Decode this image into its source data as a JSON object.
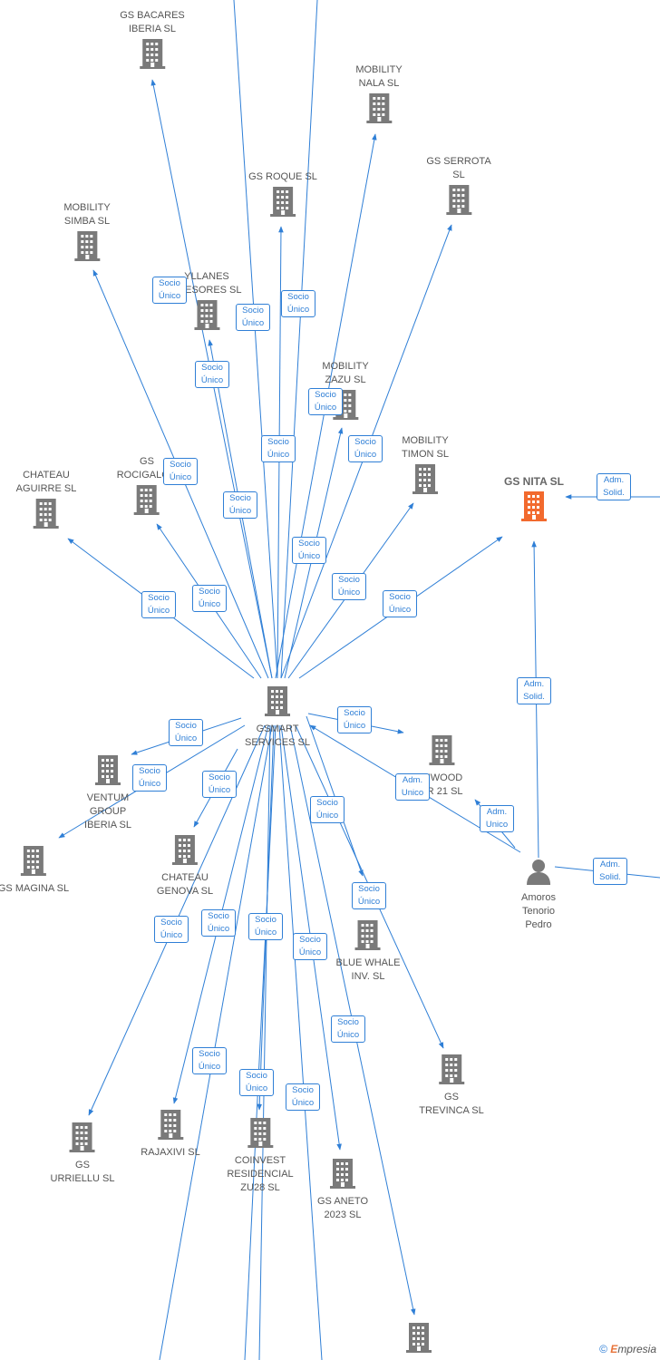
{
  "colors": {
    "edge": "#2f7fd6",
    "building": "#7a7a7a",
    "highlight": "#f26a2e",
    "person": "#7a7a7a"
  },
  "nodes": [
    {
      "id": "gs_bacares",
      "type": "company",
      "lines": [
        "GS BACARES",
        "IBERIA  SL"
      ]
    },
    {
      "id": "mobility_nala",
      "type": "company",
      "lines": [
        "MOBILITY",
        "NALA  SL"
      ]
    },
    {
      "id": "gs_roque",
      "type": "company",
      "lines": [
        "GS ROQUE  SL"
      ]
    },
    {
      "id": "gs_serrota",
      "type": "company",
      "lines": [
        "GS SERROTA",
        "SL"
      ]
    },
    {
      "id": "mobility_simba",
      "type": "company",
      "lines": [
        "MOBILITY",
        "SIMBA  SL"
      ]
    },
    {
      "id": "yllanes",
      "type": "company",
      "lines": [
        "YLLANES",
        "ASESORES  SL"
      ]
    },
    {
      "id": "mobility_zazu",
      "type": "company",
      "lines": [
        "MOBILITY",
        "ZAZU  SL"
      ]
    },
    {
      "id": "mobility_timon",
      "type": "company",
      "lines": [
        "MOBILITY",
        "TIMON  SL"
      ]
    },
    {
      "id": "gs_nita",
      "type": "company",
      "highlight": true,
      "lines": [
        "GS NITA  SL"
      ]
    },
    {
      "id": "chateau_aguirre",
      "type": "company",
      "lines": [
        "CHATEAU",
        "AGUIRRE  SL"
      ]
    },
    {
      "id": "gs_rocigalgo",
      "type": "company",
      "lines": [
        "GS",
        "ROCIGALGO"
      ]
    },
    {
      "id": "gsmart",
      "type": "company",
      "lines": [
        "GSMART",
        "SERVICES  SL"
      ]
    },
    {
      "id": "inwood",
      "type": "company",
      "lines": [
        "INWOOD",
        "AR 21  SL"
      ]
    },
    {
      "id": "ventum",
      "type": "company",
      "lines": [
        "VENTUM",
        "GROUP",
        "IBERIA  SL"
      ]
    },
    {
      "id": "gs_magina",
      "type": "company",
      "lines": [
        "GS MAGINA  SL"
      ]
    },
    {
      "id": "chateau_genova",
      "type": "company",
      "lines": [
        "CHATEAU",
        "GENOVA  SL"
      ]
    },
    {
      "id": "amoros",
      "type": "person",
      "lines": [
        "Amoros",
        "Tenorio",
        "Pedro"
      ]
    },
    {
      "id": "blue_whale",
      "type": "company",
      "lines": [
        "BLUE WHALE",
        "INV.  SL"
      ]
    },
    {
      "id": "gs_trevinca",
      "type": "company",
      "lines": [
        "GS",
        "TREVINCA  SL"
      ]
    },
    {
      "id": "gs_urriellu",
      "type": "company",
      "lines": [
        "GS",
        "URRIELLU  SL"
      ]
    },
    {
      "id": "rajaxivi",
      "type": "company",
      "lines": [
        "RAJAXIVI  SL"
      ]
    },
    {
      "id": "coinvest",
      "type": "company",
      "lines": [
        "COINVEST",
        "RESIDENCIAL",
        "ZU28  SL"
      ]
    },
    {
      "id": "gs_aneto",
      "type": "company",
      "lines": [
        "GS ANETO",
        "2023  SL"
      ]
    },
    {
      "id": "bottom_company",
      "type": "company",
      "lines": []
    }
  ],
  "edge_labels": [
    {
      "line1": "Socio",
      "line2": "Único"
    },
    {
      "line1": "Socio",
      "line2": "Único"
    },
    {
      "line1": "Socio",
      "line2": "Único"
    },
    {
      "line1": "Socio",
      "line2": "Único"
    },
    {
      "line1": "Socio",
      "line2": "Único"
    },
    {
      "line1": "Socio",
      "line2": "Único"
    },
    {
      "line1": "Socio",
      "line2": "Único"
    },
    {
      "line1": "Socio",
      "line2": "Único"
    },
    {
      "line1": "Socio",
      "line2": "Único"
    },
    {
      "line1": "Socio",
      "line2": "Único"
    },
    {
      "line1": "Socio",
      "line2": "Único"
    },
    {
      "line1": "Socio",
      "line2": "Único"
    },
    {
      "line1": "Socio",
      "line2": "Único"
    },
    {
      "line1": "Socio",
      "line2": "Único"
    },
    {
      "line1": "Socio",
      "line2": "Único"
    },
    {
      "line1": "Adm.",
      "line2": "Solid."
    },
    {
      "line1": "Adm.",
      "line2": "Solid."
    },
    {
      "line1": "Socio",
      "line2": "Único"
    },
    {
      "line1": "Socio",
      "line2": "Único"
    },
    {
      "line1": "Socio",
      "line2": "Único"
    },
    {
      "line1": "Adm.",
      "line2": "Unico"
    },
    {
      "line1": "Socio",
      "line2": "Único"
    },
    {
      "line1": "Adm.",
      "line2": "Unico"
    },
    {
      "line1": "Socio",
      "line2": "Único"
    },
    {
      "line1": "Adm.",
      "line2": "Solid."
    },
    {
      "line1": "Socio",
      "line2": "Único"
    },
    {
      "line1": "Socio",
      "line2": "Único"
    },
    {
      "line1": "Socio",
      "line2": "Único"
    },
    {
      "line1": "Socio",
      "line2": "Único"
    },
    {
      "line1": "Socio",
      "line2": "Único"
    },
    {
      "line1": "Socio",
      "line2": "Único"
    },
    {
      "line1": "Socio",
      "line2": "Único"
    },
    {
      "line1": "Socio",
      "line2": "Único"
    }
  ],
  "copyright": {
    "symbol": "©",
    "brand_initial": "E",
    "brand_rest": "mpresia"
  }
}
